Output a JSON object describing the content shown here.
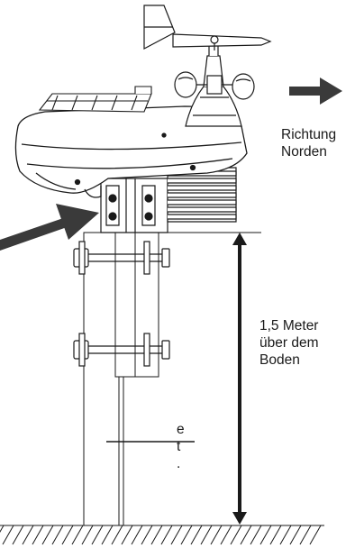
{
  "direction_label": [
    "Richtung",
    "Norden"
  ],
  "height_label": [
    "1,5 Meter",
    "über dem",
    "Boden"
  ],
  "pole_label_fragment": [
    "e",
    "t",
    "."
  ],
  "colors": {
    "ink": "#1a1a1a",
    "arrow": "#3a3a3a",
    "background": "#ffffff"
  },
  "icons": [
    "wind-vane-icon",
    "cup-anemometer-icon",
    "solar-panel-icon",
    "radiation-shield-icon",
    "mounting-bracket-icon",
    "north-arrow-icon",
    "ground-hatch-icon"
  ]
}
